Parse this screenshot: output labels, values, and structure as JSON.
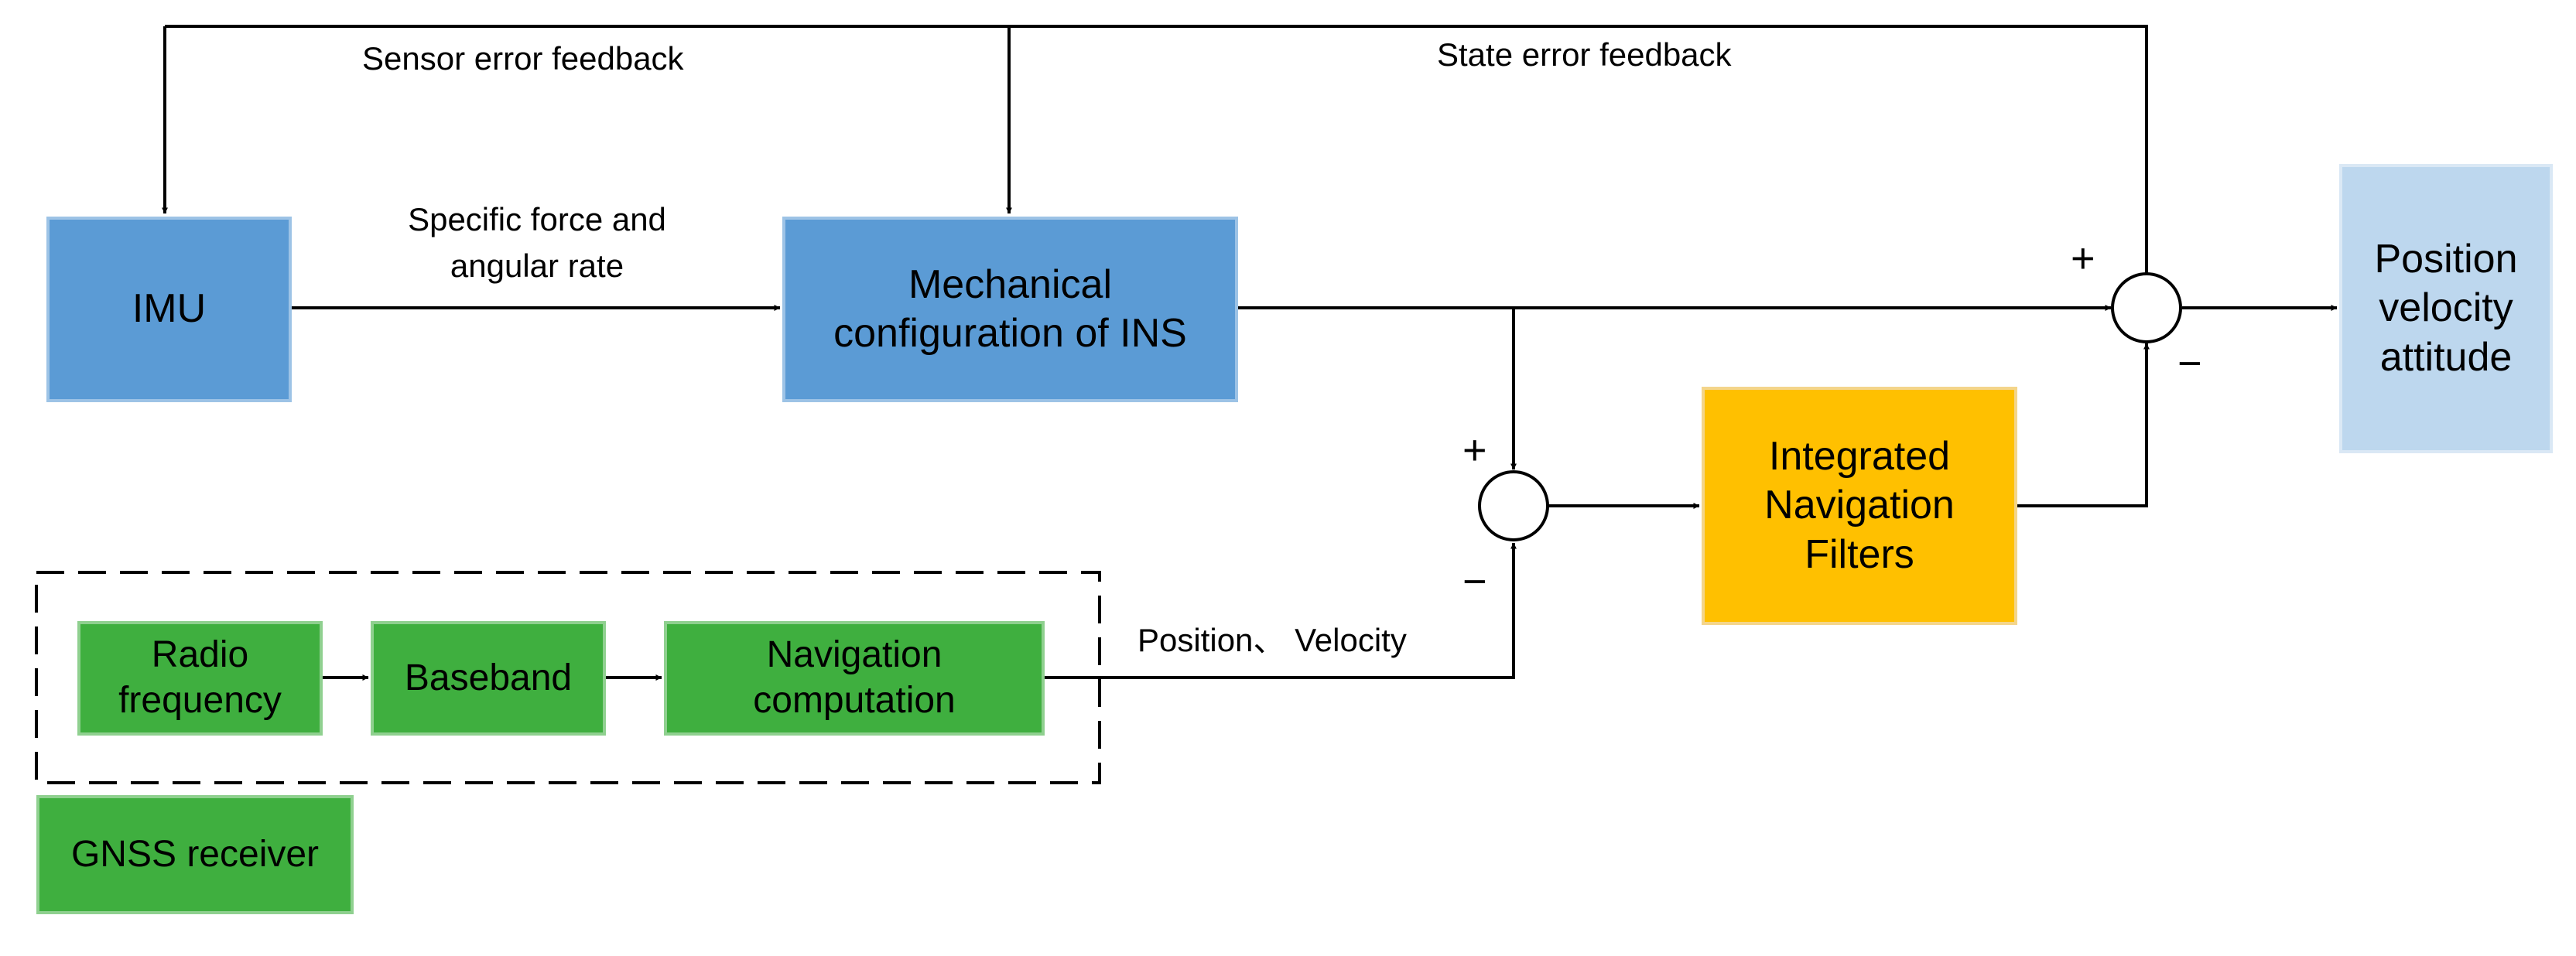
{
  "blocks": {
    "imu": "IMU",
    "ins_line1": "Mechanical",
    "ins_line2": "configuration of INS",
    "filters_line1": "Integrated",
    "filters_line2": "Navigation",
    "filters_line3": "Filters",
    "output_line1": "Position",
    "output_line2": "velocity",
    "output_line3": "attitude",
    "rf_line1": "Radio",
    "rf_line2": "frequency",
    "baseband": "Baseband",
    "navcomp_line1": "Navigation",
    "navcomp_line2": "computation",
    "gnss": "GNSS receiver"
  },
  "labels": {
    "sensor_feedback": "Sensor error feedback",
    "state_feedback": "State error feedback",
    "specific_force_line1": "Specific force and",
    "specific_force_line2": "angular rate",
    "pos_vel": "Position、 Velocity"
  },
  "signs": {
    "plus": "+",
    "minus": "−"
  },
  "colors": {
    "imu_ins": "#5b9bd5",
    "output": "#bdd7ee",
    "filters": "#ffc000",
    "gnss": "#3faf3f"
  }
}
